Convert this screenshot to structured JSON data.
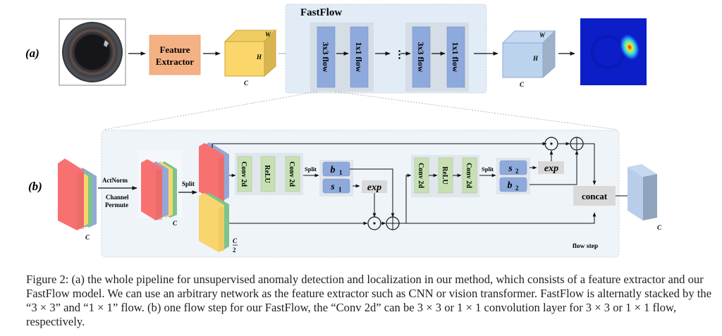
{
  "panel_a": {
    "label": "(a)",
    "input_image": "bottle-top-view-photo",
    "feature_extractor_label_1": "Feature",
    "feature_extractor_label_2": "Extractor",
    "feature_cube": {
      "w": "W",
      "h": "H",
      "c": "C",
      "color": "#fbd66b"
    },
    "fastflow": {
      "title": "FastFlow",
      "blocks": [
        "3x3 flow",
        "1x1 flow",
        "3x3 flow",
        "1x1 flow"
      ],
      "ellipsis": "⋮"
    },
    "output_cube": {
      "w": "W",
      "h": "H",
      "c": "C",
      "color": "#bcd3ee"
    },
    "output_image": "anomaly-heatmap"
  },
  "panel_b": {
    "label": "(b)",
    "input_c": "C",
    "actnorm": "ActNorm",
    "channel_permute_1": "Channel",
    "channel_permute_2": "Permute",
    "permuted_c": "C",
    "split": "Split",
    "half_c_num": "C",
    "half_c_den": "2",
    "subnet1": [
      "Conv 2d",
      "ReLU",
      "Conv 2d"
    ],
    "split1": "Split",
    "b1": "b",
    "b1_sub": "1",
    "s1": "s",
    "s1_sub": "1",
    "exp1": "exp",
    "subnet2": [
      "Conv 2d",
      "ReLU",
      "Conv 2d"
    ],
    "split2": "Split",
    "s2": "s",
    "s2_sub": "2",
    "b2": "b",
    "b2_sub": "2",
    "exp2": "exp",
    "concat": "concat",
    "output_c": "C",
    "flow_step": "flow step"
  },
  "colors": {
    "panel_bg": "#eff4f9",
    "fastflow_bg": "#e2ecf6",
    "flow_block": "#8ea9db",
    "green_block": "#c6e0b4",
    "gray_block": "#d9d9d9",
    "orange_block": "#f4b183",
    "red_slice": "#f87171",
    "blue_slice": "#93a8d6",
    "yellow_slice": "#f9d56e",
    "green_slice": "#7cc48c"
  },
  "caption": "Figure 2: (a) the whole pipeline for unsupervised anomaly detection and localization in our method, which consists of a feature extractor and our FastFlow model. We can use an arbitrary network as the feature extractor such as CNN or vision transformer. FastFlow is alternatly stacked by the “3 × 3” and “1 × 1” flow. (b) one flow step for our FastFlow, the “Conv 2d” can be 3 × 3 or 1 × 1 convolution layer for 3 × 3 or 1 × 1 flow, respectively."
}
